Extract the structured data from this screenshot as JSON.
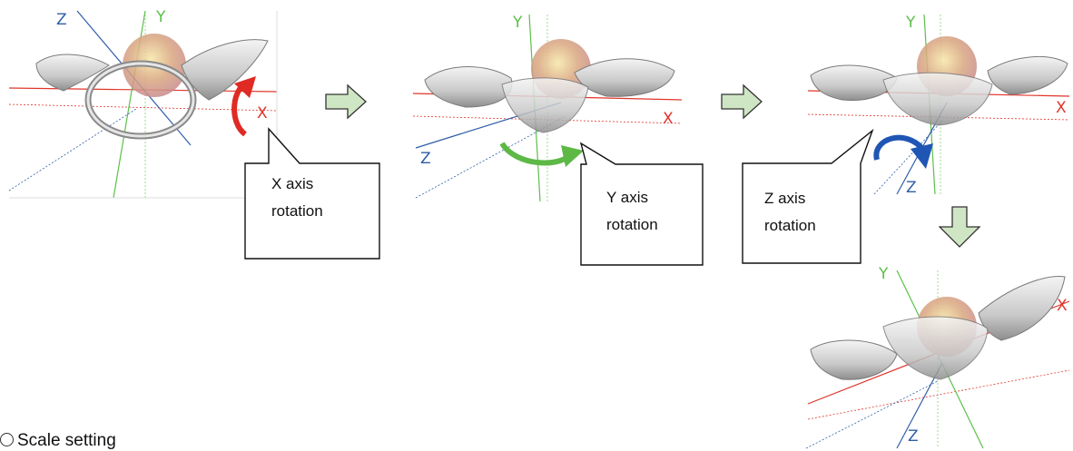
{
  "axes": {
    "x": "X",
    "y": "Y",
    "z": "Z"
  },
  "callouts": {
    "x_rotation": {
      "line1": "X axis",
      "line2": "rotation"
    },
    "y_rotation": {
      "line1": "Y axis",
      "line2": "rotation"
    },
    "z_rotation": {
      "line1": "Z axis",
      "line2": "rotation"
    }
  },
  "section_heading": "Scale setting",
  "colors": {
    "x_axis": "#e0352b",
    "y_axis": "#5cbf4a",
    "z_axis": "#2f5ea8",
    "flow_arrow_fill": "#cfe6c4",
    "flow_arrow_stroke": "#333333",
    "x_rotation_arrow": "#e02a24",
    "y_rotation_arrow": "#5db846",
    "z_rotation_arrow": "#1f56b4"
  },
  "icons": [
    "pelvis-model",
    "rotation-arrow",
    "flow-arrow"
  ]
}
